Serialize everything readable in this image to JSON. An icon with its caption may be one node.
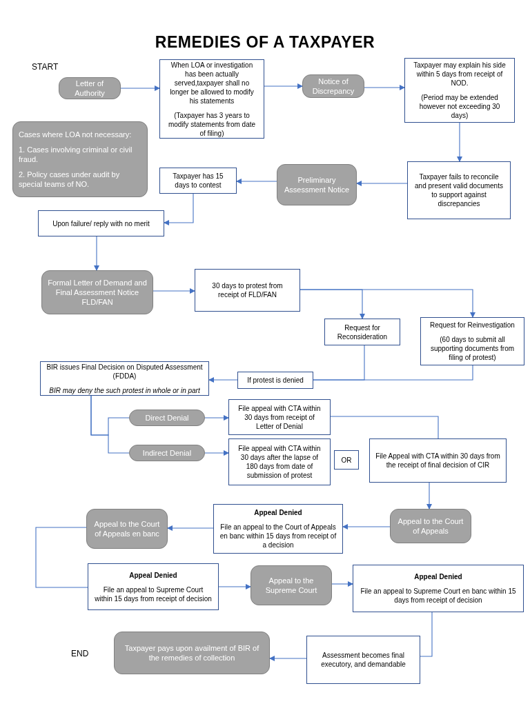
{
  "diagram": {
    "title": "REMEDIES OF A TAXPAYER",
    "nodes": [
      {
        "text": [
          "Letter of Authority"
        ]
      },
      {
        "text": [
          "When LOA or investigation has been actually served,taxpayer shall no longer be allowed to modify his statements",
          "(Taxpayer has 3 years to modify statements from date of filing)"
        ]
      },
      {
        "text": [
          "Notice of Discrepancy"
        ]
      },
      {
        "text": [
          "Taxpayer may explain his side within 5 days from receipt of NOD.",
          "(Period may be extended however not exceeding 30 days)"
        ]
      },
      {
        "text": [
          "Cases where LOA not necessary:",
          "1. Cases involving criminal or civil fraud.",
          "2. Policy cases under audit by special teams of NO."
        ]
      },
      {
        "text": [
          "Taxpayer has 15 days to contest"
        ]
      },
      {
        "text": [
          "Preliminary Assessment Notice"
        ]
      },
      {
        "text": [
          "Taxpayer fails to reconcile and present valid documents to support against discrepancies"
        ]
      },
      {
        "text": [
          "Upon failure/ reply with no merit"
        ]
      },
      {
        "text": [
          "Formal Letter of Demand and Final Assessment Notice FLD/FAN"
        ]
      },
      {
        "text": [
          "30 days to protest from receipt of FLD/FAN"
        ]
      },
      {
        "text": [
          "Request for Reconsideration"
        ]
      },
      {
        "text": [
          "Request for Reinvestigation",
          "(60 days to submit all supporting documents from filing of protest)"
        ]
      },
      {
        "text": [
          "BIR issues Final Decision on Disputed Assessment (FDDA)",
          "BIR may deny the such protest in whole or in part"
        ]
      },
      {
        "text": [
          "If protest is denied"
        ]
      },
      {
        "text": [
          "Direct Denial"
        ]
      },
      {
        "text": [
          "File appeal with CTA within 30 days from receipt of Letter of Denial"
        ]
      },
      {
        "text": [
          "Indirect Denial"
        ]
      },
      {
        "text": [
          "File appeal with CTA within 30 days after the lapse of 180 days from date of submission of protest"
        ]
      },
      {
        "text": [
          "OR"
        ]
      },
      {
        "text": [
          "File Appeal with CTA within 30 days from the receipt of final decision of CIR"
        ]
      },
      {
        "text": [
          "Appeal to the Court of Appeals"
        ]
      },
      {
        "text": [
          "Appeal Denied",
          "File an appeal to the Court of Appeals en banc within 15 days from receipt of a decision"
        ]
      },
      {
        "text": [
          "Appeal to the Court of Appeals en banc"
        ]
      },
      {
        "text": [
          "Appeal Denied",
          "File an appeal to Supreme Court within 15 days from receipt of decision"
        ]
      },
      {
        "text": [
          "Appeal to the Supreme Court"
        ]
      },
      {
        "text": [
          "Appeal Denied",
          "File an appeal to Supreme Court en banc within 15 days from receipt of decision"
        ]
      },
      {
        "text": [
          "Assessment becomes final executory, and demandable"
        ]
      },
      {
        "text": [
          "Taxpayer pays upon availment of BIR of the remedies of collection"
        ]
      }
    ],
    "edges": [
      {
        "from": 0,
        "to": 1,
        "arrow": "to"
      },
      {
        "from": 1,
        "to": 2,
        "arrow": "to"
      },
      {
        "from": 2,
        "to": 3,
        "arrow": "to"
      },
      {
        "from": 3,
        "to": 7,
        "arrow": "to"
      },
      {
        "from": 7,
        "to": 6,
        "arrow": "to"
      },
      {
        "from": 6,
        "to": 5,
        "arrow": "to"
      },
      {
        "from": 5,
        "to": 8,
        "arrow": "to"
      },
      {
        "from": 8,
        "to": 9,
        "arrow": "to"
      },
      {
        "from": 9,
        "to": 10,
        "arrow": "to"
      },
      {
        "from": 10,
        "to": 11,
        "arrow": "to"
      },
      {
        "from": 10,
        "to": 12,
        "arrow": "to"
      },
      {
        "from": 11,
        "to": 14,
        "arrow": "none"
      },
      {
        "from": 12,
        "to": 14,
        "arrow": "none"
      },
      {
        "from": 14,
        "to": 13,
        "arrow": "to"
      },
      {
        "from": 13,
        "to": 15,
        "arrow": "none"
      },
      {
        "from": 13,
        "to": 17,
        "arrow": "none"
      },
      {
        "from": 15,
        "to": 16,
        "arrow": "to"
      },
      {
        "from": 17,
        "to": 18,
        "arrow": "to"
      },
      {
        "from": 16,
        "to": 20,
        "arrow": "none"
      },
      {
        "from": 20,
        "to": 21,
        "arrow": "to"
      },
      {
        "from": 21,
        "to": 22,
        "arrow": "to"
      },
      {
        "from": 22,
        "to": 23,
        "arrow": "to"
      },
      {
        "from": 23,
        "to": 24,
        "arrow": "none"
      },
      {
        "from": 24,
        "to": 25,
        "arrow": "to"
      },
      {
        "from": 25,
        "to": 26,
        "arrow": "to"
      },
      {
        "from": 26,
        "to": 27,
        "arrow": "none"
      },
      {
        "from": 27,
        "to": 28,
        "arrow": "to"
      }
    ],
    "labels": [
      "START",
      "END"
    ]
  }
}
